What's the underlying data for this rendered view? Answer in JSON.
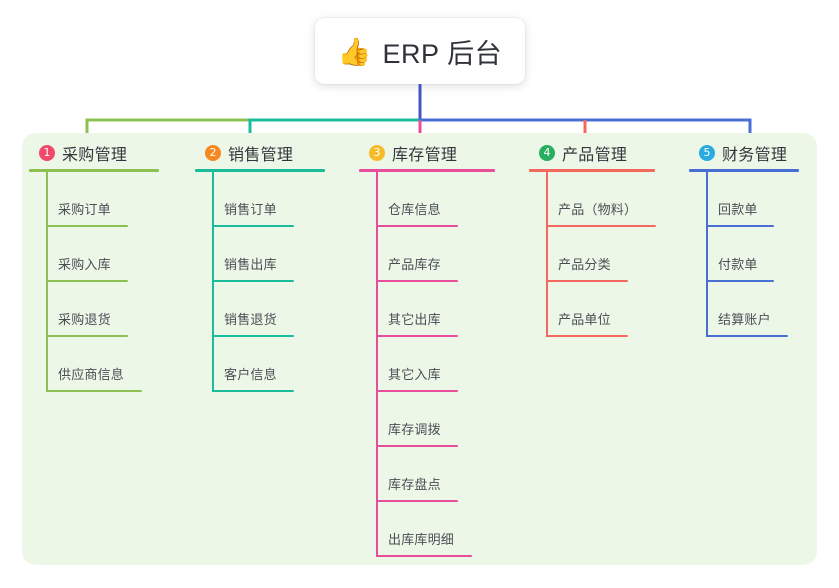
{
  "root": {
    "icon": "thumbs-up-icon",
    "emoji": "👍",
    "title": "ERP 后台"
  },
  "theme": {
    "panel_bg": "#edf7e8",
    "card_bg": "#ffffff",
    "text": "#33363c",
    "item_text": "#4b4e55",
    "root_stem": "#4355c4"
  },
  "columns": [
    {
      "number": "1",
      "label": "采购管理",
      "badge_color": "#f2496a",
      "line_color": "#8cc152",
      "items": [
        {
          "label": "采购订单"
        },
        {
          "label": "采购入库"
        },
        {
          "label": "采购退货"
        },
        {
          "label": "供应商信息"
        }
      ]
    },
    {
      "number": "2",
      "label": "销售管理",
      "badge_color": "#f5881f",
      "line_color": "#1abc9c",
      "items": [
        {
          "label": "销售订单"
        },
        {
          "label": "销售出库"
        },
        {
          "label": "销售退货"
        },
        {
          "label": "客户信息"
        }
      ]
    },
    {
      "number": "3",
      "label": "库存管理",
      "badge_color": "#f7bb28",
      "line_color": "#e84d9b",
      "items": [
        {
          "label": "仓库信息"
        },
        {
          "label": "产品库存"
        },
        {
          "label": "其它出库"
        },
        {
          "label": "其它入库"
        },
        {
          "label": "库存调拨"
        },
        {
          "label": "库存盘点"
        },
        {
          "label": "出库库明细"
        }
      ]
    },
    {
      "number": "4",
      "label": "产品管理",
      "badge_color": "#27ae60",
      "line_color": "#f4695f",
      "items": [
        {
          "label": "产品（物料）"
        },
        {
          "label": "产品分类"
        },
        {
          "label": "产品单位"
        }
      ]
    },
    {
      "number": "5",
      "label": "财务管理",
      "badge_color": "#29abe2",
      "line_color": "#4a6fd4",
      "items": [
        {
          "label": "回款单"
        },
        {
          "label": "付款单"
        },
        {
          "label": "结算账户"
        }
      ]
    }
  ]
}
